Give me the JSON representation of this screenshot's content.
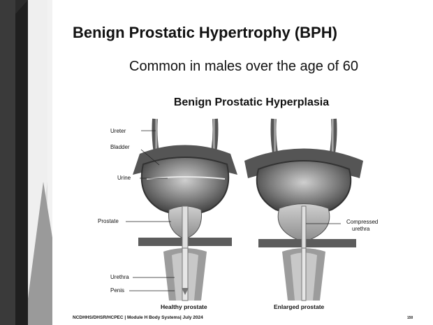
{
  "slide": {
    "title": "Benign Prostatic Hypertrophy (BPH)",
    "subtitle": "Common in males over the age of 60",
    "footer": "NCDHHS/DHSR/HCPEC | Module H Body Systems| July 2024",
    "page_number": "150"
  },
  "figure": {
    "title": "Benign Prostatic Hyperplasia",
    "labels": {
      "ureter": "Ureter",
      "bladder": "Bladder",
      "urine": "Urine",
      "prostate": "Prostate",
      "urethra": "Urethra",
      "penis": "Penis",
      "compressed_urethra_line1": "Compressed",
      "compressed_urethra_line2": "urethra"
    },
    "captions": {
      "healthy": "Healthy prostate",
      "enlarged": "Enlarged prostate"
    }
  },
  "colors": {
    "decoration_dark": "#2b2b2b",
    "decoration_gray": "#8a8a8a"
  }
}
